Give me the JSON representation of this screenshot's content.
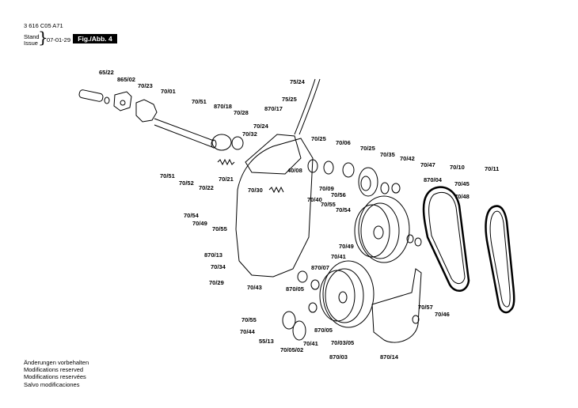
{
  "header": {
    "doc_number": "3 616 C05 A71",
    "stand": "Stand",
    "issue": "Issue",
    "date": "07-01-29",
    "figure": "Fig./Abb. 4"
  },
  "notes": [
    "Änderungen vorbehalten",
    "Modifications reserved",
    "Modifications reservées",
    "Salvo modificaciones"
  ],
  "part_labels": [
    "65/22",
    "865/02",
    "70/23",
    "70/01",
    "70/51",
    "870/18",
    "70/28",
    "870/17",
    "75/24",
    "75/25",
    "70/24",
    "70/32",
    "70/51",
    "70/52",
    "70/22",
    "70/21",
    "70/30",
    "40/08",
    "70/25",
    "70/06",
    "70/25",
    "70/35",
    "70/42",
    "70/47",
    "70/10",
    "70/11",
    "870/04",
    "70/45",
    "70/48",
    "70/09",
    "70/56",
    "70/40",
    "70/55",
    "70/54",
    "70/54",
    "70/49",
    "70/55",
    "870/13",
    "70/34",
    "70/49",
    "70/41",
    "870/07",
    "70/29",
    "70/43",
    "870/05",
    "70/55",
    "70/44",
    "55/13",
    "70/05/02",
    "70/41",
    "870/05",
    "70/03/05",
    "870/03",
    "870/14",
    "70/57",
    "70/46"
  ]
}
